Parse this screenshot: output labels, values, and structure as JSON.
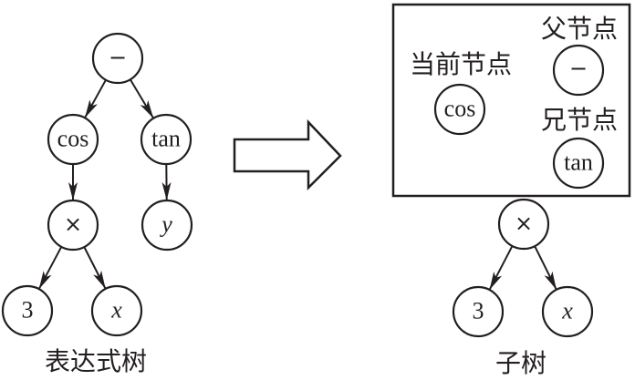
{
  "figure": {
    "colors": {
      "ink": "#231f20",
      "background": "#ffffff"
    },
    "expression_tree": {
      "caption": "表达式树",
      "nodes": [
        {
          "id": "minus",
          "label": "−",
          "kind": "op"
        },
        {
          "id": "cos",
          "label": "cos",
          "kind": "func"
        },
        {
          "id": "tan",
          "label": "tan",
          "kind": "func"
        },
        {
          "id": "times",
          "label": "×",
          "kind": "op"
        },
        {
          "id": "y",
          "label": "y",
          "kind": "var"
        },
        {
          "id": "three",
          "label": "3",
          "kind": "const"
        },
        {
          "id": "x",
          "label": "x",
          "kind": "var"
        }
      ],
      "edges": [
        {
          "from": "minus",
          "to": "cos"
        },
        {
          "from": "minus",
          "to": "tan"
        },
        {
          "from": "cos",
          "to": "times"
        },
        {
          "from": "tan",
          "to": "y"
        },
        {
          "from": "times",
          "to": "three"
        },
        {
          "from": "times",
          "to": "x"
        }
      ]
    },
    "transform_arrow": {
      "icon": "right-block-arrow-icon",
      "direction": "right"
    },
    "context_box": {
      "current_node_label": "当前节点",
      "current_node": {
        "label": "cos",
        "kind": "func"
      },
      "parent_node_label": "父节点",
      "parent_node": {
        "label": "−",
        "kind": "op"
      },
      "sibling_node_label": "兄节点",
      "sibling_node": {
        "label": "tan",
        "kind": "func"
      }
    },
    "subtree": {
      "caption": "子树",
      "nodes": [
        {
          "id": "times",
          "label": "×",
          "kind": "op"
        },
        {
          "id": "three",
          "label": "3",
          "kind": "const"
        },
        {
          "id": "x",
          "label": "x",
          "kind": "var"
        }
      ],
      "edges": [
        {
          "from": "times",
          "to": "three"
        },
        {
          "from": "times",
          "to": "x"
        }
      ]
    }
  }
}
